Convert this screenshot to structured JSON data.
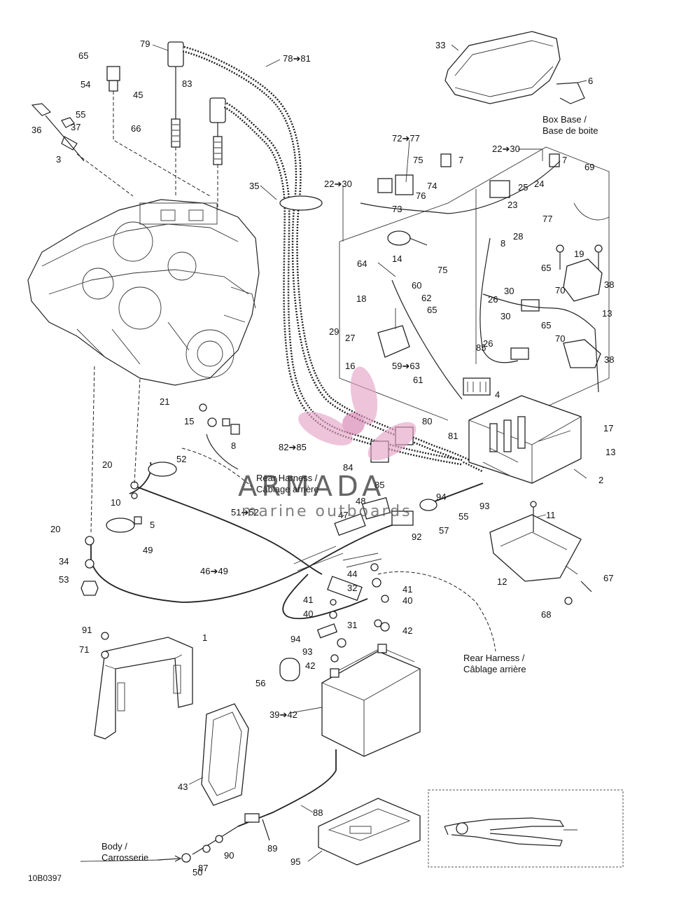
{
  "watermark": {
    "brand": "ARMADA",
    "tagline": "marine outboards"
  },
  "figure_id": "10B0397",
  "notes": {
    "box_base": "Box Base /",
    "box_base_fr": "Base de boite",
    "rear_harness_1": "Rear Harness /",
    "rear_harness_1_fr": "Câblage arrière",
    "rear_harness_2": "Rear Harness /",
    "rear_harness_2_fr": "Câblage arrière",
    "body": "Body /",
    "body_fr": "Carrosserie"
  },
  "callouts": [
    "79",
    "78➔81",
    "65",
    "54",
    "45",
    "55",
    "37",
    "36",
    "3",
    "66",
    "83",
    "35",
    "22➔30",
    "72➔77",
    "75",
    "74",
    "76",
    "73",
    "7",
    "33",
    "6",
    "22➔30",
    "7",
    "25",
    "24",
    "23",
    "77",
    "69",
    "8",
    "28",
    "14",
    "64",
    "75",
    "60",
    "62",
    "18",
    "65",
    "29",
    "27",
    "16",
    "59➔63",
    "61",
    "19",
    "65",
    "70",
    "38",
    "26",
    "30",
    "13",
    "65",
    "26",
    "30",
    "70",
    "38",
    "85",
    "4",
    "21",
    "15",
    "8",
    "17",
    "13",
    "80",
    "81",
    "82➔85",
    "84",
    "2",
    "20",
    "52",
    "10",
    "5",
    "85",
    "48",
    "47",
    "51➔52",
    "94",
    "93",
    "55",
    "57",
    "20",
    "49",
    "34",
    "53",
    "46➔49",
    "92",
    "11",
    "12",
    "67",
    "68",
    "44",
    "32",
    "41",
    "40",
    "41",
    "40",
    "31",
    "42",
    "94",
    "93",
    "42",
    "91",
    "1",
    "71",
    "56",
    "39➔42",
    "43",
    "88",
    "89",
    "90",
    "87",
    "50",
    "95"
  ]
}
